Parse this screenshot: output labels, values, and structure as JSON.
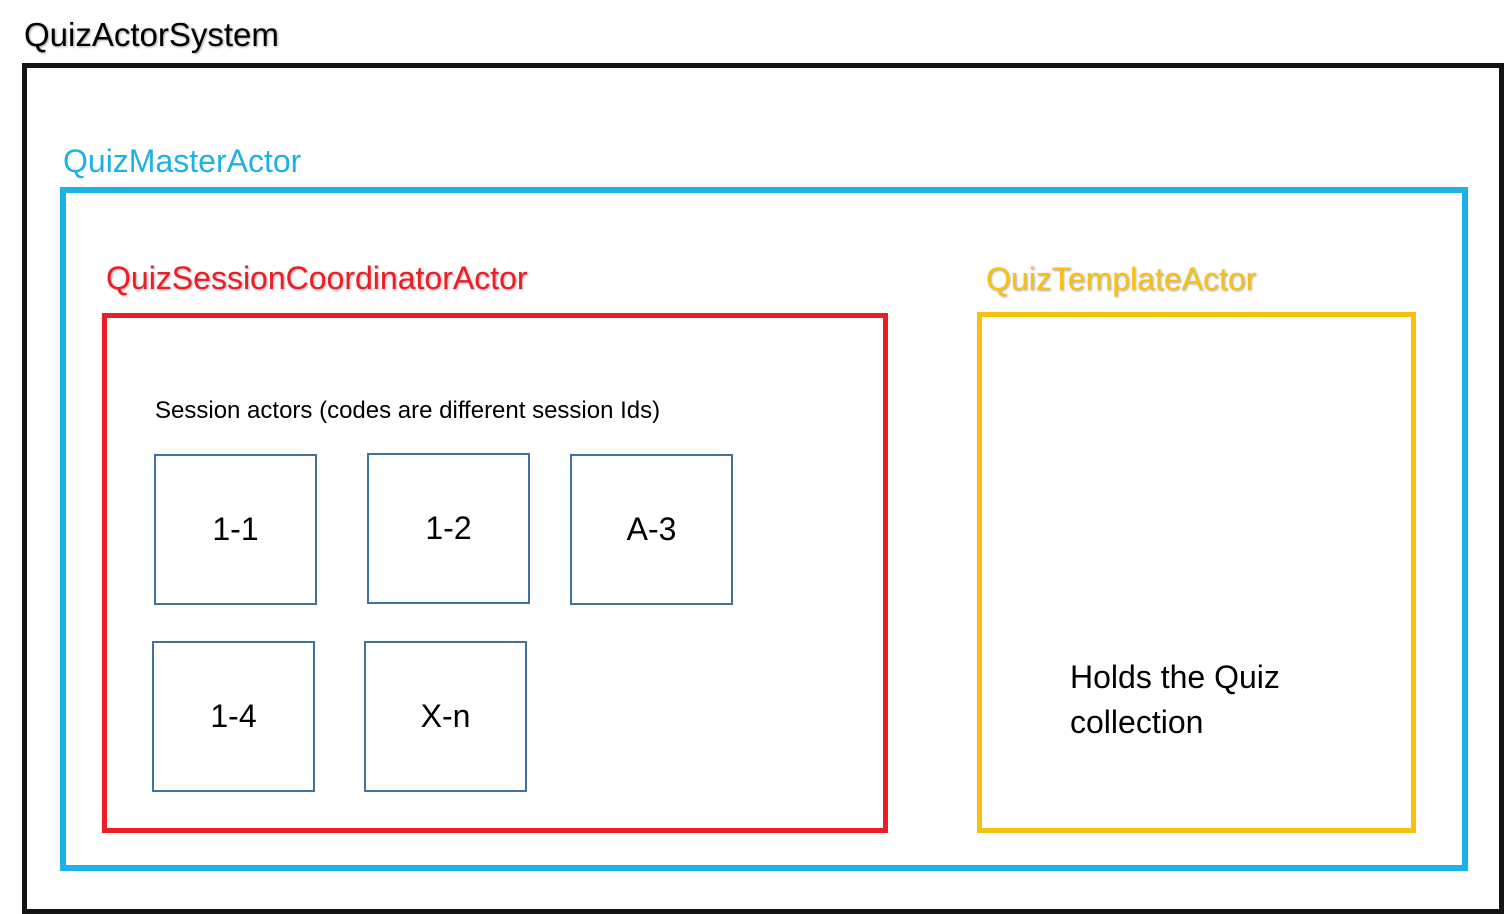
{
  "colors": {
    "system": "#141414",
    "master": "#1eb1e6",
    "coordinator": "#ee1c25",
    "template": "#f8c110",
    "session_border": "#41719c",
    "text": "#000000"
  },
  "system": {
    "title": "QuizActorSystem"
  },
  "master": {
    "title": "QuizMasterActor"
  },
  "coordinator": {
    "title": "QuizSessionCoordinatorActor",
    "caption": "Session actors (codes are different session Ids)",
    "sessions": [
      "1-1",
      "1-2",
      "A-3",
      "1-4",
      "X-n"
    ]
  },
  "template": {
    "title": "QuizTemplateActor",
    "description": "Holds the Quiz collection"
  }
}
